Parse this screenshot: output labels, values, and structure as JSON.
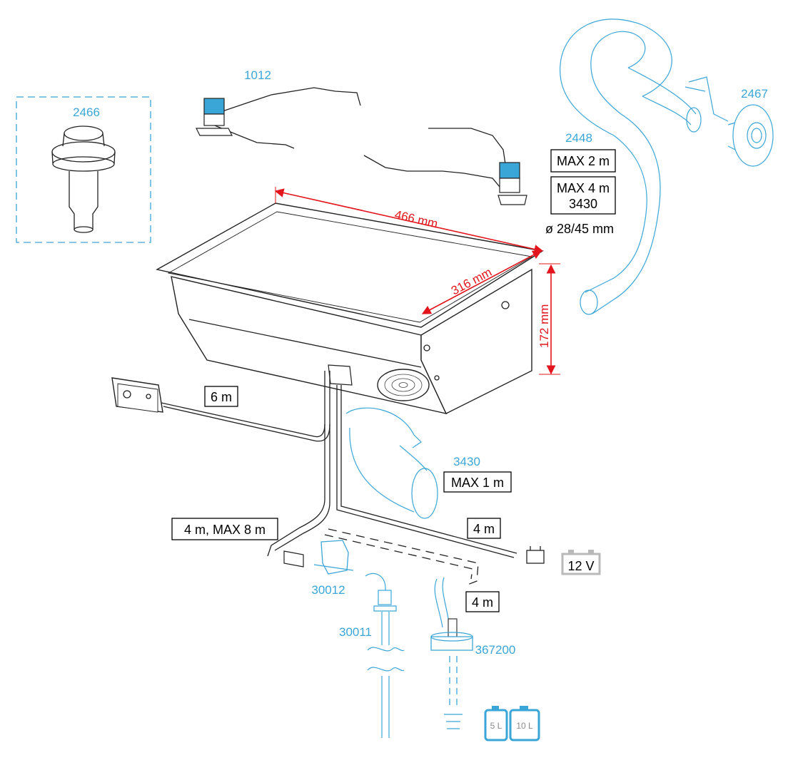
{
  "parts": {
    "p2466": "2466",
    "p1012": "1012",
    "p2448": "2448",
    "p2467": "2467",
    "p3430": "3430",
    "p30012": "30012",
    "p30011": "30011",
    "p367200": "367200"
  },
  "boxes": {
    "max2m": "MAX 2 m",
    "max4m": "MAX 4 m",
    "box3430": "3430",
    "diam": "ø 28/45 mm",
    "cable6m": "6 m",
    "max1m": "MAX 1 m",
    "cable4m8m": "4 m, MAX 8 m",
    "wire4m": "4 m",
    "hose4m": "4 m",
    "battery": "12 V"
  },
  "dimensions": {
    "width": "466 mm",
    "depth": "316 mm",
    "height": "172 mm"
  },
  "tanks": {
    "small": "5 L",
    "large": "10 L"
  },
  "colors": {
    "accent_blue": "#3aa6d8",
    "dimension_red": "#e3141b",
    "battery_gray": "#b9b9b9"
  }
}
